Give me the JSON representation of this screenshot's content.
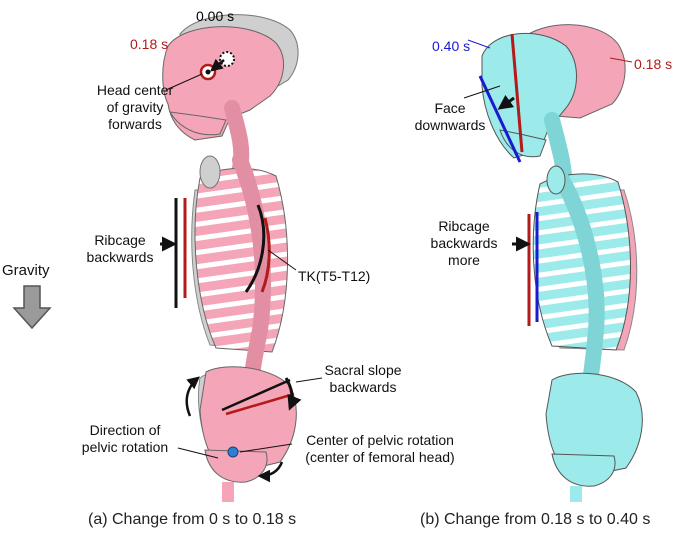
{
  "panel_a": {
    "time_black": "0.00 s",
    "time_red": "0.18 s",
    "head_label": [
      "Head center",
      "of gravity",
      "forwards"
    ],
    "ribcage_label": [
      "Ribcage",
      "backwards"
    ],
    "tk_label": "TK(T5-T12)",
    "sacral_label": [
      "Sacral slope",
      "backwards"
    ],
    "pelvic_dir_label": [
      "Direction of",
      "pelvic rotation"
    ],
    "pelvic_center_label": [
      "Center of pelvic rotation",
      "(center of femoral head)"
    ],
    "caption": "(a) Change from 0 s to 0.18 s"
  },
  "gravity_label": "Gravity",
  "panel_b": {
    "time_blue": "0.40 s",
    "time_red": "0.18 s",
    "face_label": [
      "Face",
      "downwards"
    ],
    "ribcage_label": [
      "Ribcage",
      "backwards",
      "more"
    ],
    "caption": "(b) Change from 0.18 s to 0.40 s"
  },
  "colors": {
    "pink": "#f4a6b8",
    "cyan": "#9ceaea",
    "gray": "#cfcfcf",
    "red": "#b31a1a",
    "blue": "#1a1ad0",
    "arrow": "#111111"
  }
}
